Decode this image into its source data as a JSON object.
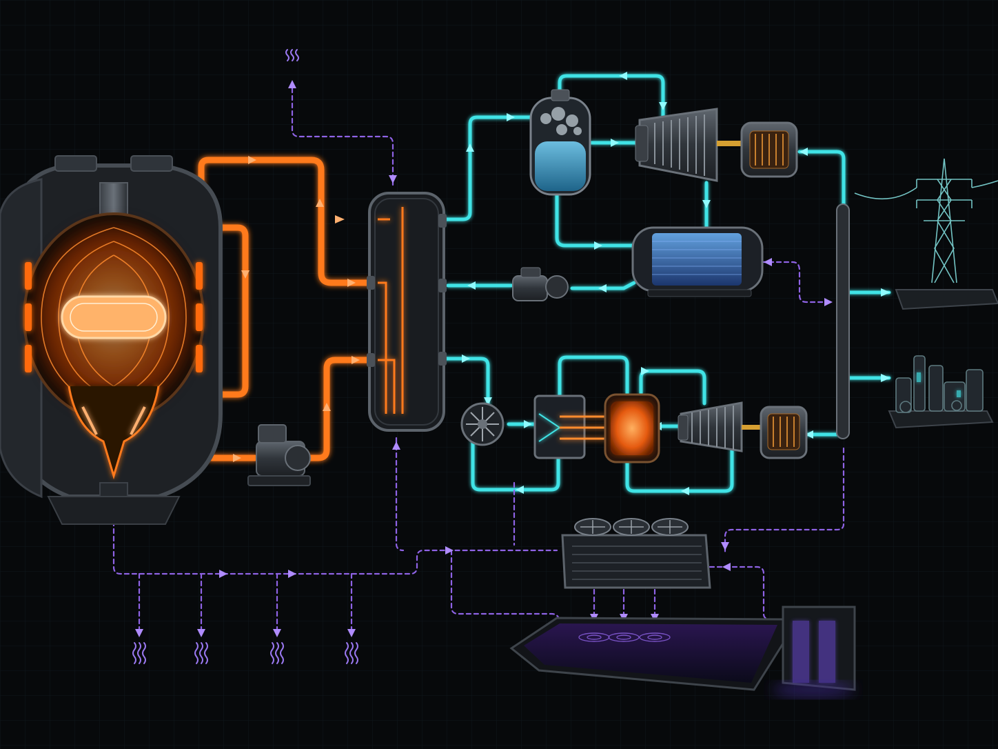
{
  "palette": {
    "background": "#07090b",
    "grid": "#122026",
    "hot_loop": "#ff7a1a",
    "hot_glow": "#ff5a00",
    "secondary_loop": "#3fe3e6",
    "cooling_loop": "#8f63e6",
    "metal_dark": "#2a2e33",
    "metal_light": "#5b626a"
  },
  "components": [
    {
      "id": "fusion-reactor",
      "icon": "tokamak-icon"
    },
    {
      "id": "primary-pump",
      "icon": "pump-icon"
    },
    {
      "id": "heat-exchanger",
      "icon": "heat-exchanger-icon"
    },
    {
      "id": "steam-separator",
      "icon": "tank-icon"
    },
    {
      "id": "steam-turbine",
      "icon": "turbine-icon"
    },
    {
      "id": "generator-upper",
      "icon": "generator-icon"
    },
    {
      "id": "condenser",
      "icon": "condenser-icon"
    },
    {
      "id": "feed-pump",
      "icon": "pump-icon"
    },
    {
      "id": "compressor",
      "icon": "compressor-icon"
    },
    {
      "id": "recuperator",
      "icon": "recuperator-icon"
    },
    {
      "id": "heater",
      "icon": "heater-icon"
    },
    {
      "id": "gas-turbine",
      "icon": "turbine-icon"
    },
    {
      "id": "generator-lower",
      "icon": "generator-icon"
    },
    {
      "id": "power-tower",
      "icon": "transmission-tower-icon"
    },
    {
      "id": "industrial-plant",
      "icon": "factory-icon"
    },
    {
      "id": "dry-cooler",
      "icon": "cooler-fans-icon"
    },
    {
      "id": "cooling-basin",
      "icon": "water-basin-icon"
    },
    {
      "id": "waterfall-outlet",
      "icon": "waterfall-icon"
    }
  ],
  "flows": [
    {
      "from": "fusion-reactor",
      "to": "heat-exchanger",
      "loop": "hot_loop"
    },
    {
      "from": "heat-exchanger",
      "to": "primary-pump",
      "loop": "hot_loop"
    },
    {
      "from": "primary-pump",
      "to": "fusion-reactor",
      "loop": "hot_loop"
    },
    {
      "from": "heat-exchanger",
      "to": "steam-separator",
      "loop": "secondary_loop"
    },
    {
      "from": "steam-separator",
      "to": "steam-turbine",
      "loop": "secondary_loop"
    },
    {
      "from": "steam-turbine",
      "to": "condenser",
      "loop": "secondary_loop"
    },
    {
      "from": "condenser",
      "to": "feed-pump",
      "loop": "secondary_loop"
    },
    {
      "from": "feed-pump",
      "to": "heat-exchanger",
      "loop": "secondary_loop"
    },
    {
      "from": "heat-exchanger",
      "to": "compressor",
      "loop": "secondary_loop"
    },
    {
      "from": "compressor",
      "to": "recuperator",
      "loop": "secondary_loop"
    },
    {
      "from": "recuperator",
      "to": "heater",
      "loop": "secondary_loop"
    },
    {
      "from": "heater",
      "to": "gas-turbine",
      "loop": "secondary_loop"
    },
    {
      "from": "generator-upper",
      "to": "power-tower",
      "loop": "secondary_loop"
    },
    {
      "from": "generator-lower",
      "to": "industrial-plant",
      "loop": "secondary_loop"
    },
    {
      "from": "dry-cooler",
      "to": "heat-exchanger",
      "loop": "cooling_loop"
    },
    {
      "from": "cooling-basin",
      "to": "dry-cooler",
      "loop": "cooling_loop"
    },
    {
      "from": "fusion-reactor",
      "to": "waste-heat",
      "loop": "cooling_loop"
    }
  ],
  "markers": [
    "flow-arrow-icon",
    "waste-heat-icon"
  ]
}
